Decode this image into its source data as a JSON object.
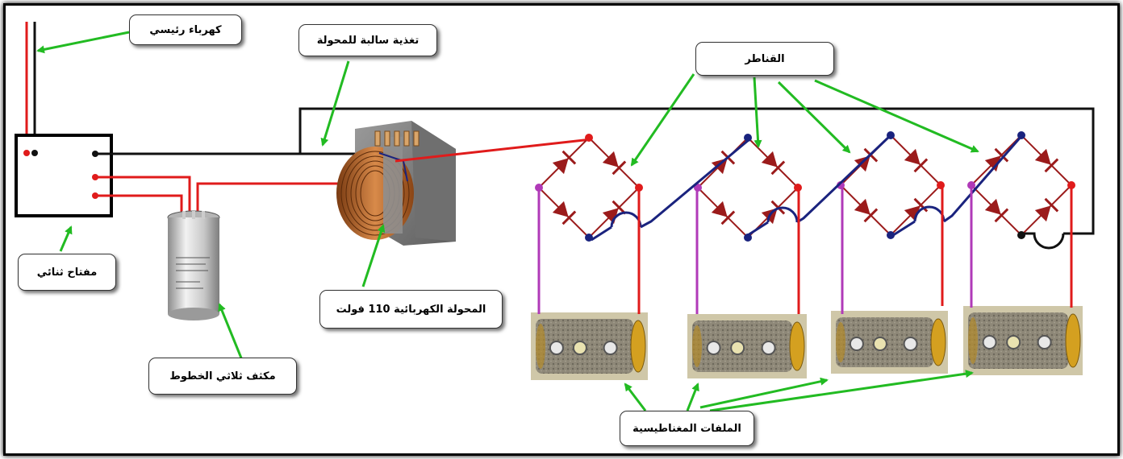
{
  "labels": {
    "main_power": "كهرباء رئيسي",
    "transformer_negative": "تغذية سالبة للمحولة",
    "rectifiers": "القناطر",
    "double_switch": "مفتاح ثنائي",
    "transformer": "المحولة الكهربائية 110 فولت",
    "capacitor": "مكثف ثلاثي الخطوط",
    "magnetic_coils": "الملفات المغناطيسية"
  },
  "colors": {
    "wire_positive": "#e01b1b",
    "wire_negative": "#111111",
    "wire_blue": "#1a237e",
    "wire_purple": "#b03ab8",
    "arrow": "#22bb22",
    "diode": "#9b1b1b"
  }
}
